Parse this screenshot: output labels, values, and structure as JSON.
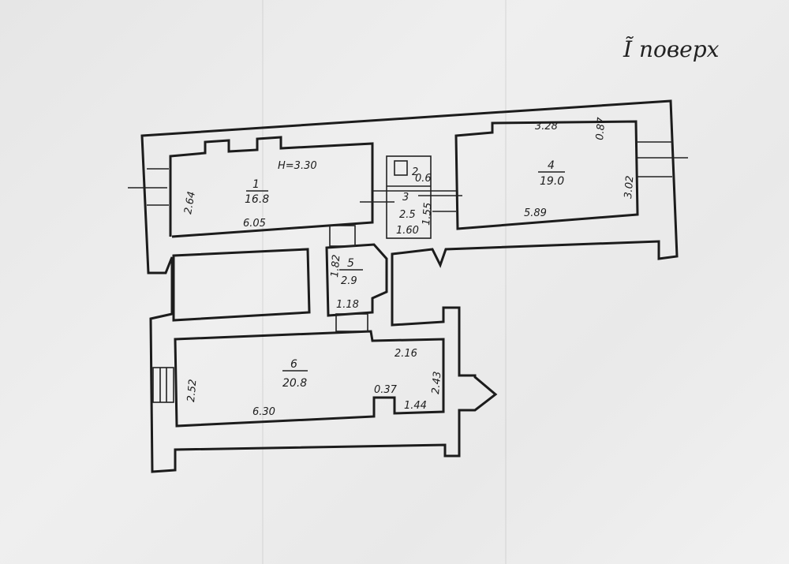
{
  "floor_label": "Ĩ поверх",
  "labels": {
    "height": "Н=3.30",
    "r1_num": "1",
    "r1_area": "16.8",
    "r1_width": "6.05",
    "r1_depth": "2.64",
    "r2_num": "2",
    "r2_dim": "0.6",
    "r3_num": "3",
    "r3_area": "2.5",
    "r3_w": "1.60",
    "r3_h": "1.55",
    "r4_num": "4",
    "r4_area": "19.0",
    "r4_width_top": "3.28",
    "r4_width_bottom": "5.89",
    "r4_depth": "3.02",
    "r4_corner": "0.87",
    "r5_num": "5",
    "r5_area": "2.9",
    "r5_h": "1.82",
    "r5_w": "1.18",
    "r6_num": "6",
    "r6_area": "20.8",
    "r6_depth": "2.52",
    "r6_width": "6.30",
    "r6_nw": "2.16",
    "r6_nh": "2.43",
    "r6_niche": "0.37",
    "r6_nb": "1.44"
  }
}
